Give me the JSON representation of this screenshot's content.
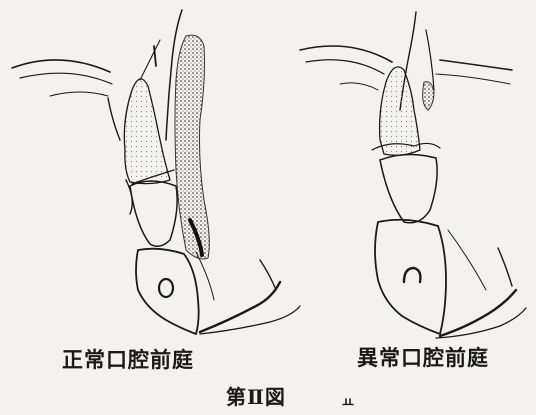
{
  "captions": {
    "left": "正常口腔前庭",
    "right": "異常口腔前庭"
  },
  "figure": {
    "title": "第Ⅱ図",
    "mark": "ㅛ"
  },
  "colors": {
    "ink": "#1a1a1a",
    "paper": "#f4f2ee",
    "stipple": "#6b6b6b"
  }
}
